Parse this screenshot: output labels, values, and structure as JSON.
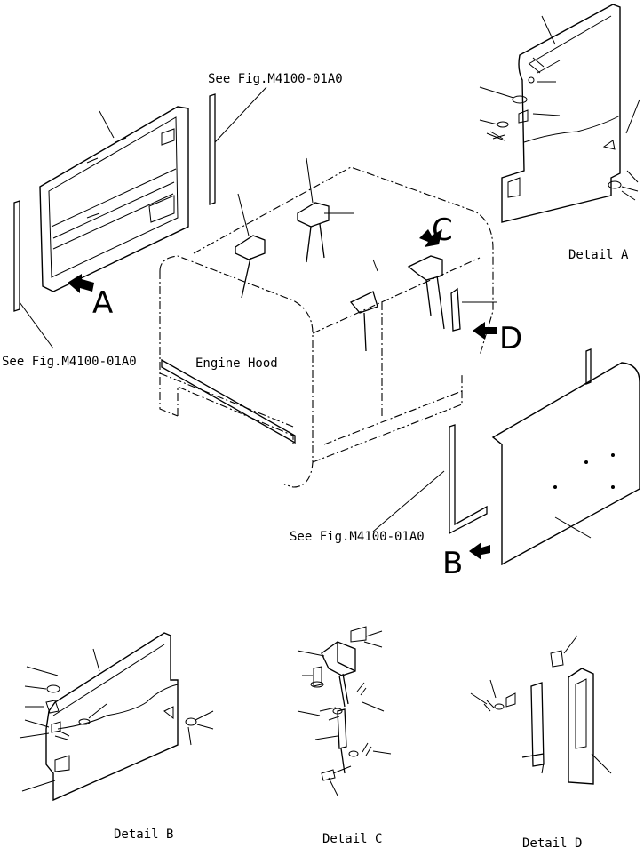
{
  "labels": {
    "see_fig_top": "See Fig.M4100-01A0",
    "see_fig_left": "See Fig.M4100-01A0",
    "see_fig_bottom": "See Fig.M4100-01A0",
    "engine_hood": "Engine Hood",
    "detail_a": "Detail A",
    "detail_b": "Detail B",
    "detail_c": "Detail C",
    "detail_d": "Detail D"
  },
  "arrows": {
    "a": "A",
    "b": "B",
    "c": "C",
    "d": "D"
  },
  "icons": {
    "arrow": "view-arrow-icon",
    "fastener": "bolt-icon",
    "washer": "washer-icon"
  }
}
